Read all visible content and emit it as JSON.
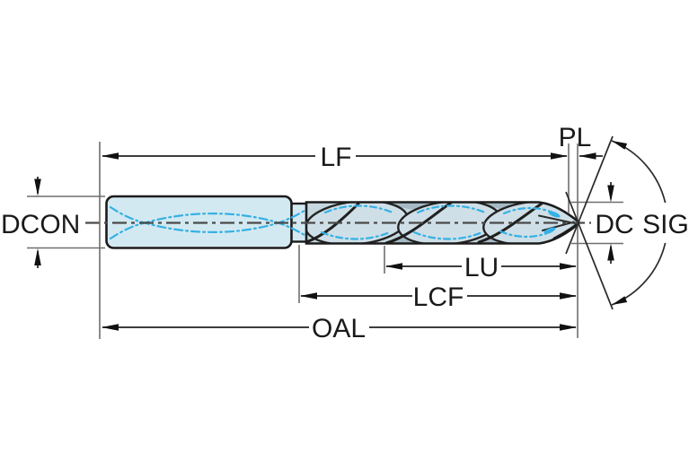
{
  "diagram": {
    "labels": {
      "lf": "LF",
      "pl": "PL",
      "dcon": "DCON",
      "dc": "DC",
      "sig": "SIG",
      "lu": "LU",
      "lcf": "LCF",
      "oal": "OAL"
    },
    "colors": {
      "outline": "#1c1c1c",
      "shank_fill": "#d3e9f1",
      "flute_fill": "#c6d7df",
      "leaf_fill": "#cfdfe7",
      "groove_fill": "#a5bac4",
      "coolant": "#35b1e5",
      "centerline": "#4a4a4a",
      "dimension": "#222222",
      "extension": "#6e6e6e",
      "background": "#ffffff"
    }
  }
}
